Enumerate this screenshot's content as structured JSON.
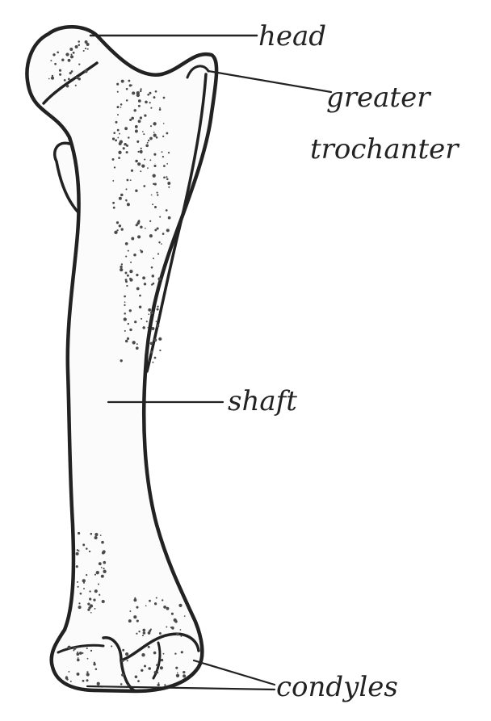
{
  "diagram": {
    "labels": {
      "head": "head",
      "greater_trochanter_line1": "greater",
      "greater_trochanter_line2": "trochanter",
      "shaft": "shaft",
      "condyles": "condyles"
    },
    "colors": {
      "ink": "#222222",
      "bone_fill": "#fbfbfb",
      "background": "#ffffff"
    }
  }
}
